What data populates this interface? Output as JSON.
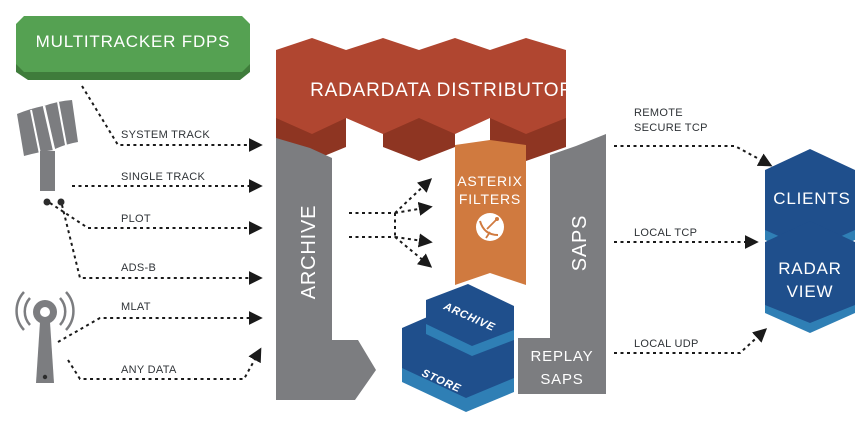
{
  "multitracker": {
    "label": "MULTITRACKER FDPS",
    "color": "#55a152"
  },
  "distributor": {
    "label": "RADARDATA DISTRIBUTOR",
    "color": "#b04630"
  },
  "archive": {
    "label": "ARCHIVE",
    "color": "#7c7d80"
  },
  "asterix": {
    "line1": "ASTERIX",
    "line2": "FILTERS",
    "color": "#d07a3f",
    "icon": "satellite-dish-icon"
  },
  "saps": {
    "label": "SAPS"
  },
  "replay": {
    "line1": "REPLAY",
    "line2": "SAPS"
  },
  "archive_store": {
    "top": "ARCHIVE",
    "bottom": "STORE",
    "color": "#1f4f8c"
  },
  "clients": {
    "label": "CLIENTS",
    "color": "#1f4f8c"
  },
  "radarview": {
    "line1": "RADAR",
    "line2": "VIEW"
  },
  "inputs": {
    "system_track": "SYSTEM TRACK",
    "single_track": "SINGLE TRACK",
    "plot": "PLOT",
    "adsb": "ADS-B",
    "mlat": "MLAT",
    "any_data": "ANY DATA"
  },
  "outputs": {
    "remote_line1": "REMOTE",
    "remote_line2": "SECURE TCP",
    "local_tcp": "LOCAL TCP",
    "local_udp": "LOCAL UDP"
  },
  "icons": {
    "radar_antenna": "radar-antenna-icon",
    "mlat_sensor": "mlat-sensor-icon"
  }
}
